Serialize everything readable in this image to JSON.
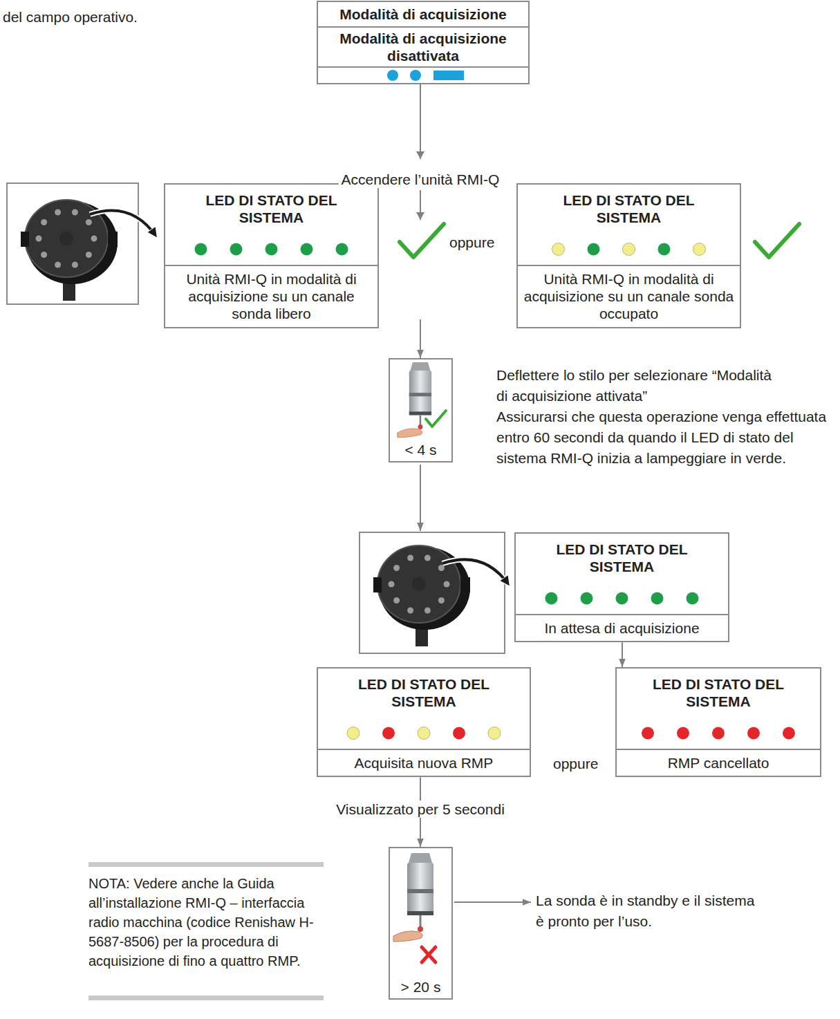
{
  "diagram": {
    "nodes": [
      {
        "text": [
          "Modalità di acquisizione",
          "Modalità di acquisizione disattivata"
        ]
      },
      {
        "text": [
          "LED DI STATO DEL SISTEMA",
          "Unità RMI-Q in modalità di acquisizione su un canale sonda libero"
        ]
      },
      {
        "text": [
          "LED DI STATO DEL SISTEMA",
          "Unità RMI-Q in modalità di acquisizione su un canale sonda occupato"
        ]
      },
      {
        "text": [
          "< 4 s"
        ]
      },
      {
        "text": [
          "LED DI STATO DEL SISTEMA",
          "In attesa di acquisizione"
        ]
      },
      {
        "text": [
          "LED DI STATO DEL SISTEMA",
          "Acquisita nuova RMP"
        ]
      },
      {
        "text": [
          "LED DI STATO DEL SISTEMA",
          "RMP cancellato"
        ]
      },
      {
        "text": [
          "> 20 s"
        ]
      }
    ],
    "edges": [
      {
        "from": 0,
        "to": 3,
        "label": "Accendere l’unità RMI-Q",
        "arrow": "to"
      },
      {
        "from": 4,
        "to": 6,
        "arrow": "to"
      },
      {
        "from": 5,
        "to": 7,
        "label": "Visualizzato per 5 secondi",
        "arrow": "to"
      }
    ],
    "labels": [
      "del campo operativo.",
      "oppure",
      "Deflettere lo stilo per selezionare “Modalità di acquisizione attivata”",
      "Assicurarsi che questa operazione venga effettuata entro 60 secondi da quando il LED di stato del sistema RMI-Q inizia a lampeggiare in verde.",
      "oppure",
      "La sonda è in standby e il sistema è pronto per l’uso.",
      "NOTA: Vedere anche la Guida all’installazione RMI-Q – interfaccia radio macchina (codice Renishaw H-5687-8506) per la procedura di acquisizione di fino a quattro RMP."
    ]
  }
}
